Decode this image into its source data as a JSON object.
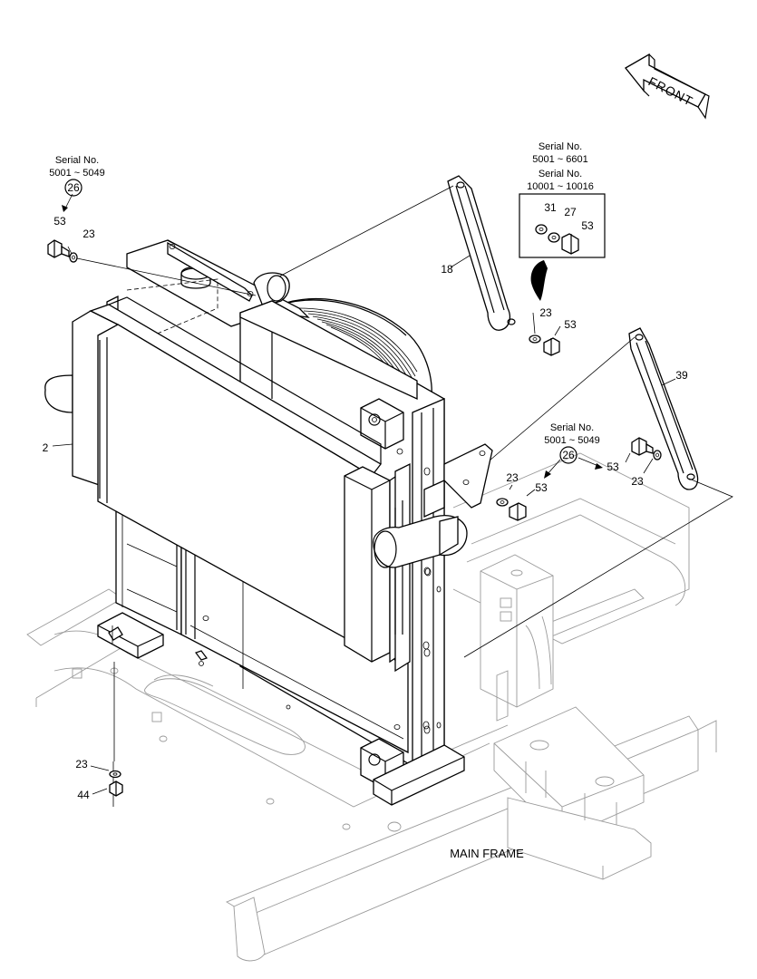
{
  "direction_label": "FRONT",
  "frame_label": "MAIN FRAME",
  "serial_notes": {
    "top_left": {
      "heading": "Serial No.",
      "range": "5001 ~ 5049",
      "part": "26"
    },
    "top_right": {
      "heading1": "Serial No.",
      "range1": "5001 ~ 6601",
      "heading2": "Serial No.",
      "range2": "10001 ~ 10016"
    },
    "right": {
      "heading": "Serial No.",
      "range": "5001 ~ 5049",
      "part": "26"
    }
  },
  "callouts": {
    "radiator": "2",
    "rod_left": "18",
    "rod_right": "39",
    "washer_tl": "23",
    "bolt_tl": "53",
    "inset_31": "31",
    "inset_27": "27",
    "inset_53": "53",
    "washer_rod18": "23",
    "bolt_rod18": "53",
    "bolt_bracket": "53",
    "washer_bracket": "23",
    "bolt_rod39": "53",
    "washer_rod39": "23",
    "washer_bottom": "23",
    "bolt_bottom": "44"
  },
  "colors": {
    "line": "#000000",
    "frame": "#9a9a9a",
    "background": "#ffffff"
  }
}
